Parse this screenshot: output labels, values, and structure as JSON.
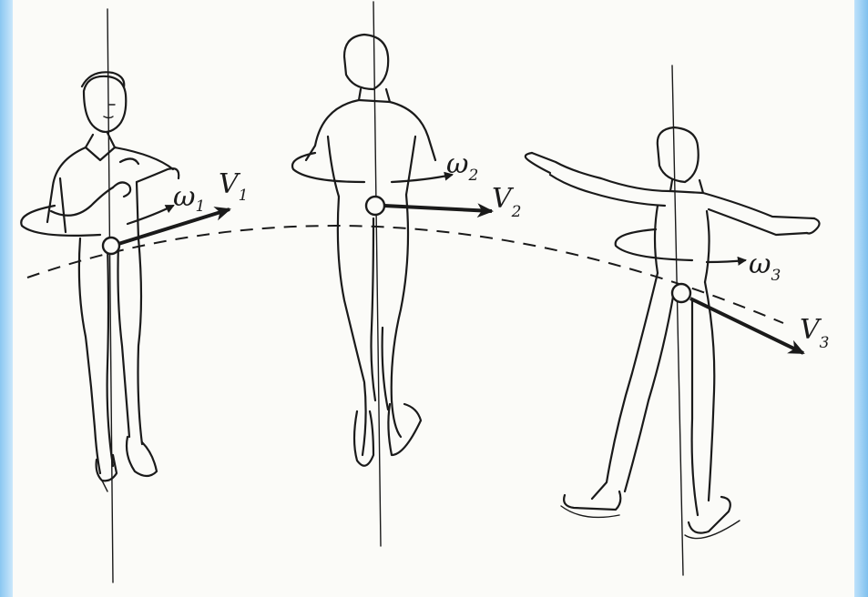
{
  "labels": {
    "omega1": "ω",
    "omega1_sub": "1",
    "v1": "V",
    "v1_sub": "1",
    "omega2": "ω",
    "omega2_sub": "2",
    "v2": "V",
    "v2_sub": "2",
    "omega3": "ω",
    "omega3_sub": "3",
    "v3": "V",
    "v3_sub": "3"
  },
  "colors": {
    "ink": "#1a1a1a",
    "paper": "#fbfbf8",
    "frame": "#9fd0f4"
  }
}
